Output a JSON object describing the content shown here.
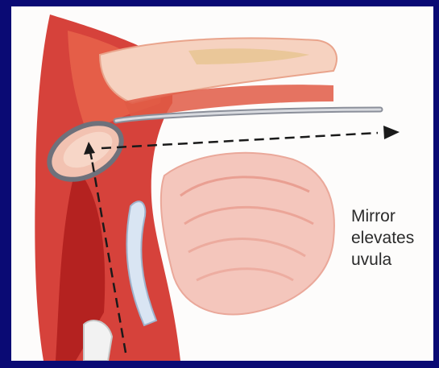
{
  "caption": {
    "lines": [
      "Mirror",
      "elevates",
      "uvula"
    ]
  },
  "colors": {
    "frame": "#0a0a74",
    "panel": "#fdfcfb",
    "tissue_dark": "#c81e1e",
    "tissue_mid": "#e4573f",
    "tissue_light": "#f2b7a4",
    "palate": "#f6d2c0",
    "tongue": "#f4c6bc",
    "instrument": "#8b8f9a",
    "dashed_path": "#1a1a1a"
  },
  "icons": {
    "mirror": "laryngeal-mirror-icon",
    "arrow": "arrow-right-icon"
  }
}
